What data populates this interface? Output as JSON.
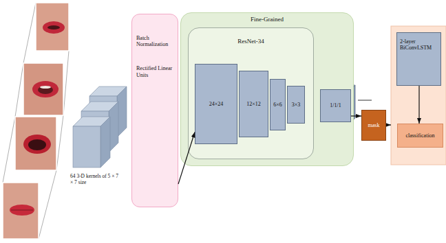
{
  "diagram": {
    "nodes": [
      {
        "text": [
          "Batch Normalization",
          "Rectified Linear Units"
        ]
      },
      {
        "text": [
          "Fine-Grained"
        ]
      },
      {
        "text": [
          "ResNet-34"
        ],
        "in": 1
      },
      {
        "text": [
          "24×24"
        ],
        "in": 2
      },
      {
        "text": [
          "12×12"
        ],
        "in": 2
      },
      {
        "text": [
          "6×6"
        ],
        "in": 2
      },
      {
        "text": [
          "3×3"
        ],
        "in": 2
      },
      {
        "text": [
          "1/1/1"
        ],
        "in": 1
      },
      {
        "text": [
          "mask"
        ]
      },
      {
        "text": [
          "2-layer BiConvLSTM"
        ]
      },
      {
        "text": [
          "classification"
        ]
      }
    ],
    "edges": [
      {
        "from": 0,
        "to": 3,
        "arrow": "to"
      },
      {
        "from": 7,
        "to": 8,
        "arrow": "to"
      },
      {
        "from": 9,
        "to": 10,
        "arrow": "to"
      }
    ],
    "labels": [
      "64 3-D kernels of 5 × 7 × 7 size"
    ]
  }
}
